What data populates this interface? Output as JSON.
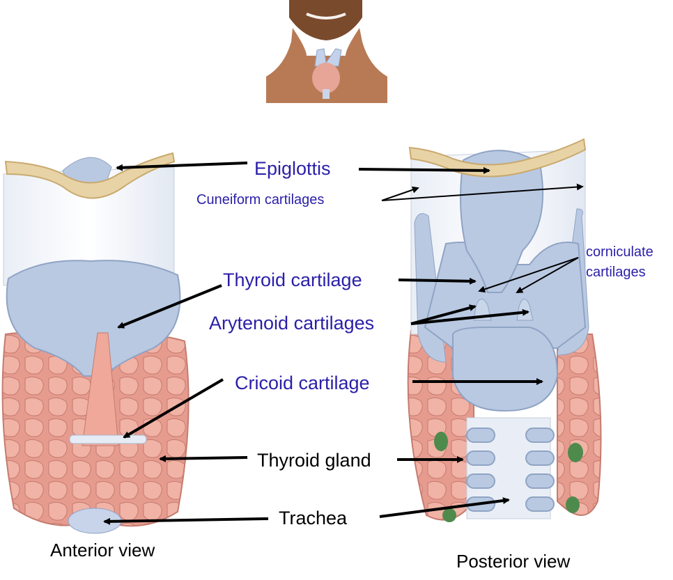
{
  "colors": {
    "label_blue": "#2a1fa8",
    "label_black": "#000000",
    "cartilage": "#b9c9e2",
    "thyroid_gland": "#e79a8e",
    "hyoid_bone": "#e8d3a6",
    "skin": "#b77a55"
  },
  "labels": {
    "epiglottis": "Epiglottis",
    "cuneiform": "Cuneiform cartilages",
    "thyroid_cartilage": "Thyroid cartilage",
    "arytenoid": "Arytenoid cartilages",
    "cricoid": "Cricoid cartilage",
    "thyroid_gland": "Thyroid gland",
    "trachea": "Trachea",
    "corniculate_line1": "corniculate",
    "corniculate_line2": "cartilages"
  },
  "views": {
    "anterior": "Anterior view",
    "posterior": "Posterior view"
  }
}
